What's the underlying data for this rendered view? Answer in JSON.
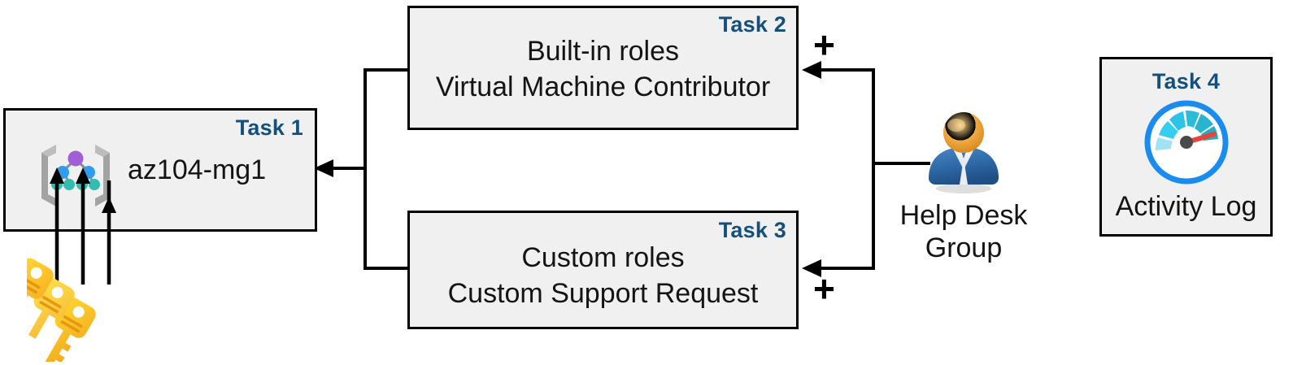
{
  "diagram": {
    "title": "Azure RBAC task diagram",
    "accent_color": "#14507d",
    "box_fill": "#f0f0f0",
    "box_border": "#000000"
  },
  "tasks": [
    {
      "id": "task1",
      "label": "Task 1",
      "text": "az104-mg1",
      "icon": "management-group-icon"
    },
    {
      "id": "task2",
      "label": "Task 2",
      "text": "Built-in roles\nVirtual Machine Contributor",
      "icon": null
    },
    {
      "id": "task3",
      "label": "Task 3",
      "text": "Custom roles\nCustom Support Request",
      "icon": null
    },
    {
      "id": "task4",
      "label": "Task 4",
      "text": "Activity Log",
      "icon": "activity-log-gauge-icon"
    }
  ],
  "actor": {
    "label": "Help Desk\nGroup",
    "icon": "user-group-icon"
  },
  "annotations": {
    "plus_top": "+",
    "plus_bottom": "+"
  },
  "decorations": {
    "keys_icon": "keys-icon"
  }
}
